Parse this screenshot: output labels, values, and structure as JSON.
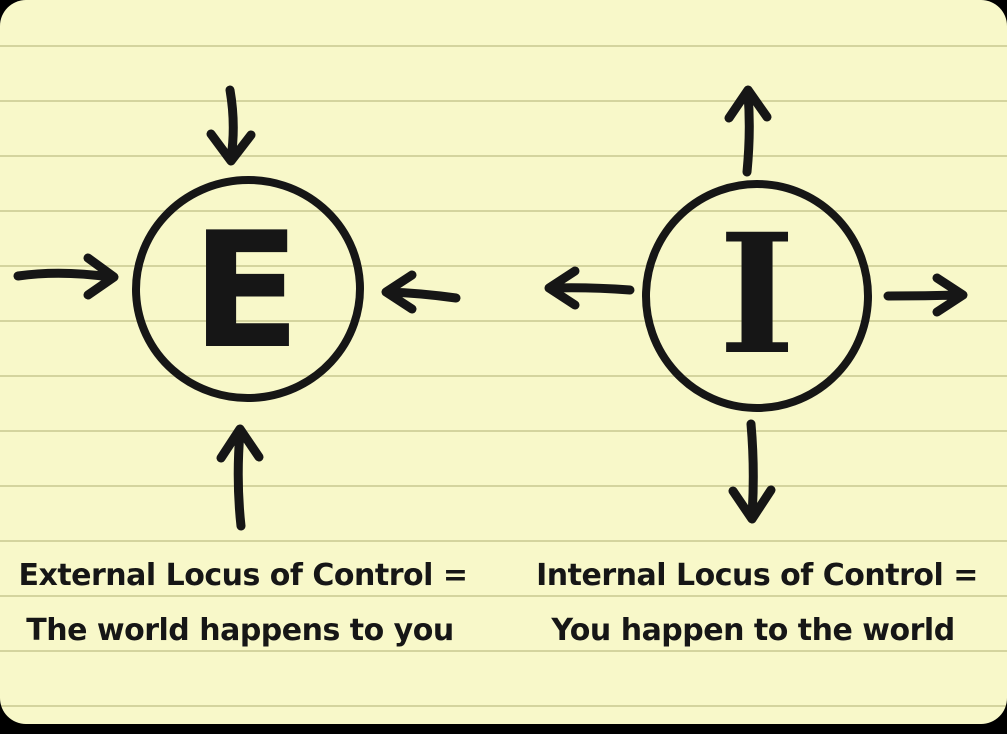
{
  "colors": {
    "background": "#000000",
    "paper": "#f8f8c9",
    "rule_line": "#d4d49e",
    "ink": "#161616"
  },
  "left_diagram": {
    "letter": "E",
    "arrow_direction": "inward",
    "caption_line1": "External Locus of Control =",
    "caption_line2": "The world happens to you"
  },
  "right_diagram": {
    "letter": "I",
    "arrow_direction": "outward",
    "caption_line1": "Internal Locus of Control =",
    "caption_line2": "You happen to the world"
  }
}
